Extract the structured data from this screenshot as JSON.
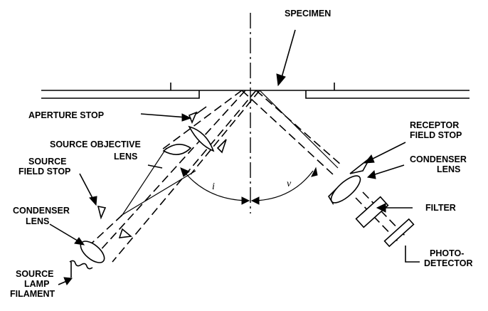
{
  "diagram": {
    "labels": {
      "specimen": "SPECIMEN",
      "aperture_stop": "APERTURE STOP",
      "source_objective": "SOURCE OBJECTIVE",
      "lens": "LENS",
      "source": "SOURCE",
      "field_stop": "FIELD STOP",
      "condenser": "CONDENSER",
      "condenser_lens_lens": "LENS",
      "source2": "SOURCE",
      "lamp": "LAMP",
      "filament": "FILAMENT",
      "receptor": "RECEPTOR",
      "receptor_field_stop": "FIELD STOP",
      "condenser_r": "CONDENSER",
      "condenser_r_lens": "LENS",
      "filter": "FILTER",
      "photo": "PHOTO-",
      "detector": "DETECTOR",
      "angle_i": "i",
      "angle_v": "ν"
    }
  }
}
